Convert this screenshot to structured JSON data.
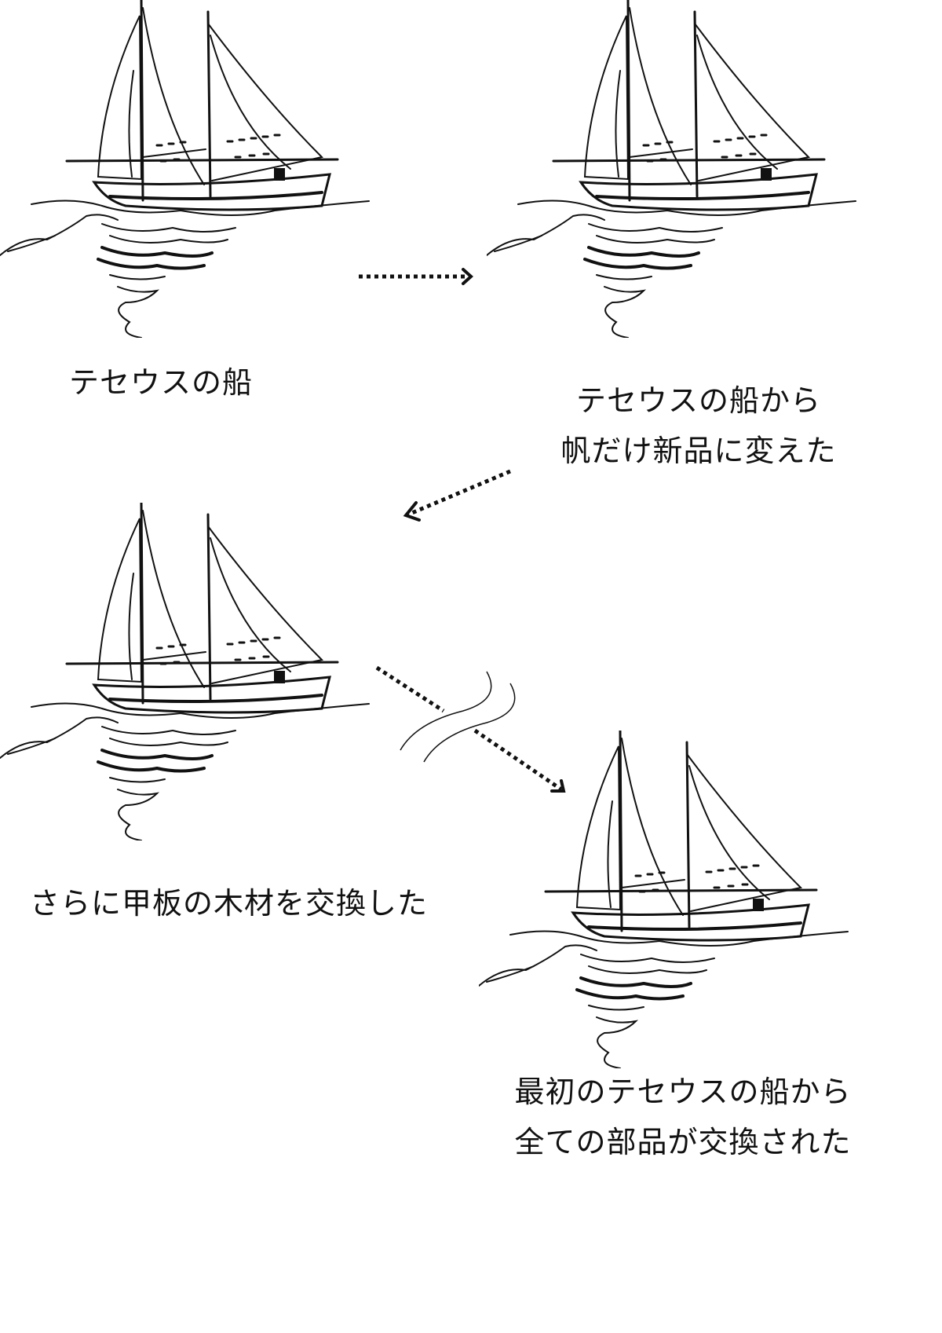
{
  "stages": [
    {
      "label_lines": [
        "テセウスの船"
      ]
    },
    {
      "label_lines": [
        "テセウスの船から",
        "帆だけ新品に変えた"
      ]
    },
    {
      "label_lines": [
        "さらに甲板の木材を交換した"
      ]
    },
    {
      "label_lines": [
        "最初のテセウスの船から",
        "全ての部品が交換された"
      ]
    }
  ],
  "colors": {
    "ink": "#111111",
    "background": "#ffffff"
  }
}
